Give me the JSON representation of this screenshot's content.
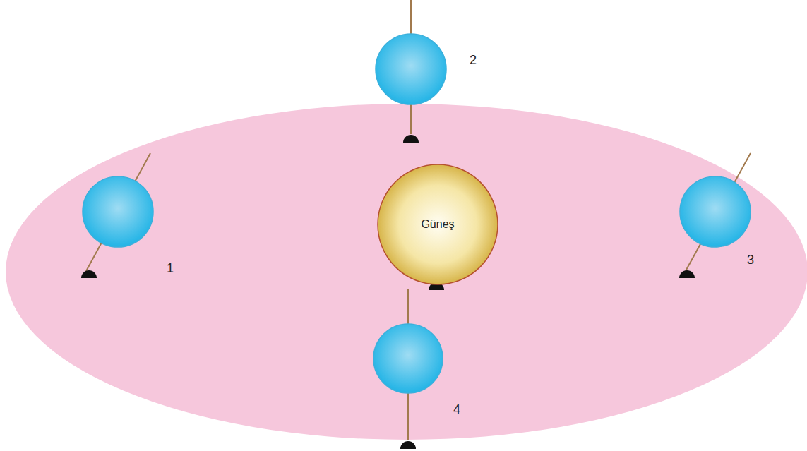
{
  "diagram": {
    "nodes": [
      {
        "text": [
          "Güneş"
        ]
      }
    ],
    "labels": [
      "2",
      "1",
      "3",
      "4"
    ]
  }
}
